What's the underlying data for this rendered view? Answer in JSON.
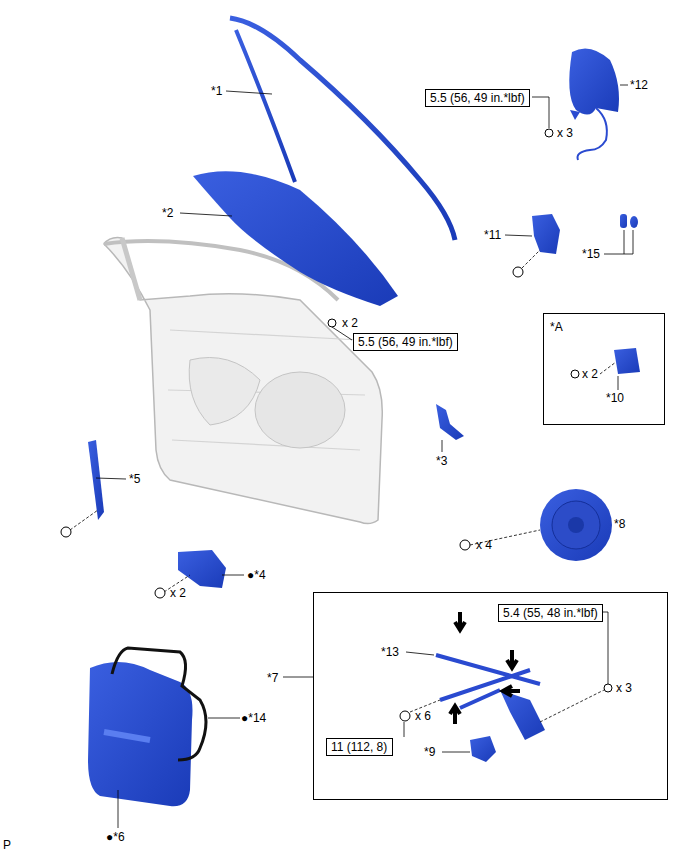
{
  "diagram": {
    "nodes": [
      {
        "text": [
          "5.5 (56, 49 in.*lbf)"
        ]
      },
      {
        "text": [
          "5.5 (56, 49 in.*lbf)"
        ]
      },
      {
        "text": [
          "*A"
        ]
      },
      {
        "text": [
          "*7"
        ]
      },
      {
        "text": [
          "5.4 (55, 48 in.*lbf)"
        ],
        "in": 3
      },
      {
        "text": [
          "11 (112, 8)"
        ],
        "in": 3
      }
    ],
    "edges": [],
    "labels": [
      "*1",
      "*12",
      "x 3",
      "*2",
      "*11",
      "*15",
      "x 2",
      "*10",
      "x 2",
      "*3",
      "*5",
      "*8",
      "x 4",
      "x 2",
      "●*4",
      "*13",
      "x 3",
      "x 6",
      "*9",
      "●*14",
      "●*6",
      "P"
    ]
  }
}
